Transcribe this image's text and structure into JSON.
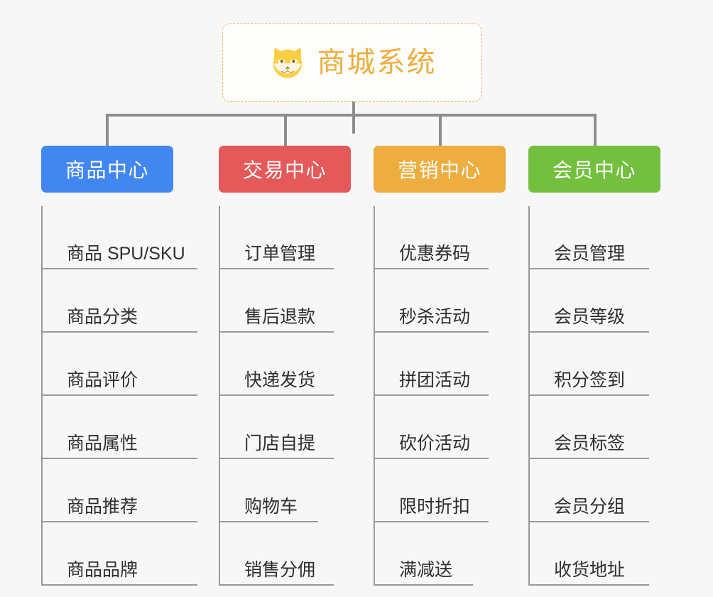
{
  "diagram": {
    "type": "mindmap",
    "background_color": "#f7f7f7",
    "connector_color": "#8d8d8d"
  },
  "root": {
    "title": "商城系统",
    "icon": "shiba-dog-face-icon",
    "text_color": "#efae3f",
    "border_color": "#efb95b",
    "background_color": "#fdfdfc"
  },
  "branches": [
    {
      "label": "商品中心",
      "color": "#4287f0",
      "leaves": [
        {
          "label": "商品 SPU/SKU"
        },
        {
          "label": "商品分类"
        },
        {
          "label": "商品评价"
        },
        {
          "label": "商品属性"
        },
        {
          "label": "商品推荐"
        },
        {
          "label": "商品品牌"
        }
      ]
    },
    {
      "label": "交易中心",
      "color": "#e4595a",
      "leaves": [
        {
          "label": "订单管理"
        },
        {
          "label": "售后退款"
        },
        {
          "label": "快递发货"
        },
        {
          "label": "门店自提"
        },
        {
          "label": "购物车"
        },
        {
          "label": "销售分佣"
        }
      ]
    },
    {
      "label": "营销中心",
      "color": "#edad3f",
      "leaves": [
        {
          "label": "优惠券码"
        },
        {
          "label": "秒杀活动"
        },
        {
          "label": "拼团活动"
        },
        {
          "label": "砍价活动"
        },
        {
          "label": "限时折扣"
        },
        {
          "label": "满减送"
        }
      ]
    },
    {
      "label": "会员中心",
      "color": "#72c03d",
      "leaves": [
        {
          "label": "会员管理"
        },
        {
          "label": "会员等级"
        },
        {
          "label": "积分签到"
        },
        {
          "label": "会员标签"
        },
        {
          "label": "会员分组"
        },
        {
          "label": "收货地址"
        }
      ]
    }
  ]
}
